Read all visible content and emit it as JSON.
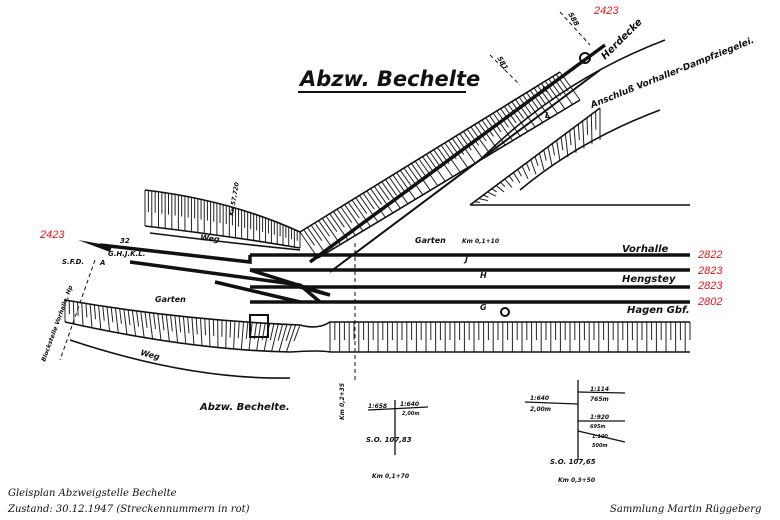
{
  "title": "Abzw. Bechelte",
  "lower_label": "Abzw. Bechelte.",
  "destinations": {
    "herdecke": "Herdecke",
    "siding": "Anschluß Vorhaller-Dampfziegelei.",
    "vorhalle": "Vorhalle",
    "hengstey": "Hengstey",
    "hagen": "Hagen Gbf."
  },
  "line_numbers": {
    "top": "2423",
    "left": "2423",
    "vorhalle": "2822",
    "hengstey_1": "2823",
    "hengstey_2": "2823",
    "hagen": "2802"
  },
  "area_labels": {
    "garten_1": "Garten",
    "garten_2": "Garten",
    "weg_1": "Weg",
    "weg_2": "Weg"
  },
  "signals": {
    "left_group": "G.H.J.K.L.",
    "sfd": "S.F.D.",
    "a": "A",
    "block": "Blockstelle Vorhalle, Hp",
    "j": "J",
    "h": "H",
    "g": "G",
    "k": "K",
    "l": "L"
  },
  "km_marks": {
    "m581": "581",
    "m588": "588",
    "m32": "32",
    "km_left": "Km 0,1+70",
    "km_mid": "Km 0,2+35",
    "km_right": "Km 0,3+50",
    "km_top": "Km 0,1+10",
    "ku": "Ku 57,720"
  },
  "gradients": {
    "g1": "1:658",
    "g2": "1:640",
    "g2_len": "2,00m",
    "so1": "S.O. 107,83",
    "g3": "1:640",
    "g3_len": "2,00m",
    "g4": "1:114",
    "g4_len": "765m",
    "g5": "1:920",
    "g5_len": "695m",
    "g6": "1:100",
    "g6_len": "500m",
    "so2": "S.O. 107,65"
  },
  "caption": {
    "line1": "Gleisplan Abzweigstelle Bechelte",
    "line2": "Zustand: 30.12.1947 (Streckennummern in rot)",
    "credit": "Sammlung Martin Rüggeberg"
  },
  "colors": {
    "ink": "#111111",
    "red": "#e8141b"
  }
}
